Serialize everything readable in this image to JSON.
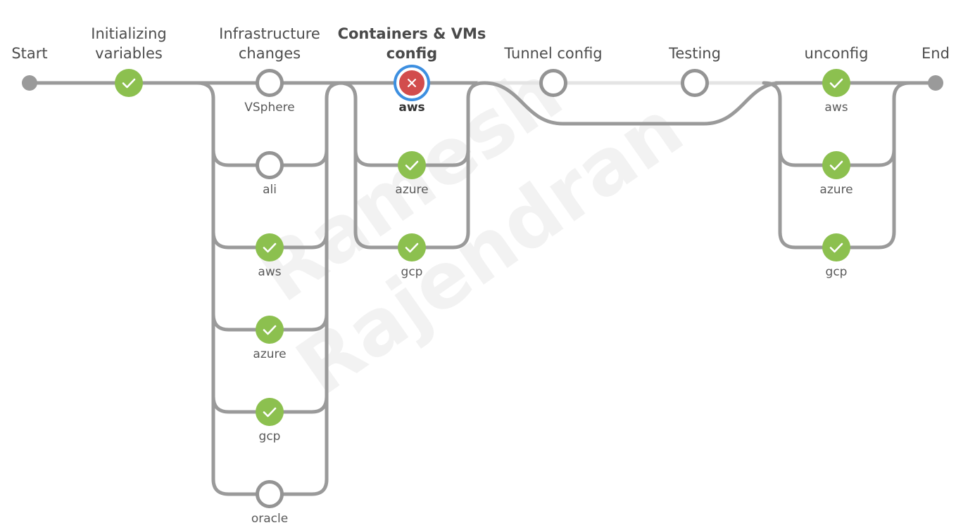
{
  "watermark": {
    "line1": "Ramesh",
    "line2": "Rajendran"
  },
  "start": {
    "label": "Start"
  },
  "end": {
    "label": "End"
  },
  "stages": [
    {
      "title_lines": [
        "Initializing",
        "variables"
      ],
      "nodes": [
        {
          "label": "",
          "status": "success"
        }
      ]
    },
    {
      "title_lines": [
        "Infrastructure",
        "changes"
      ],
      "nodes": [
        {
          "label": "VSphere",
          "status": "not-built"
        },
        {
          "label": "ali",
          "status": "not-built"
        },
        {
          "label": "aws",
          "status": "success"
        },
        {
          "label": "azure",
          "status": "success"
        },
        {
          "label": "gcp",
          "status": "success"
        },
        {
          "label": "oracle",
          "status": "not-built"
        }
      ]
    },
    {
      "title_lines": [
        "Containers & VMs",
        "config"
      ],
      "selected": true,
      "nodes": [
        {
          "label": "aws",
          "status": "failed"
        },
        {
          "label": "azure",
          "status": "success"
        },
        {
          "label": "gcp",
          "status": "success"
        }
      ]
    },
    {
      "title_lines": [
        "Tunnel config"
      ],
      "nodes": [
        {
          "label": "",
          "status": "not-built"
        }
      ]
    },
    {
      "title_lines": [
        "Testing"
      ],
      "nodes": [
        {
          "label": "",
          "status": "not-built"
        }
      ]
    },
    {
      "title_lines": [
        "unconfig"
      ],
      "nodes": [
        {
          "label": "aws",
          "status": "success"
        },
        {
          "label": "azure",
          "status": "success"
        },
        {
          "label": "gcp",
          "status": "success"
        }
      ]
    }
  ],
  "colors": {
    "success": "#8cc04f",
    "failed": "#d24c4c",
    "selected_ring": "#3d8fe0",
    "connector": "#9a9a9a",
    "pending_connector": "#e4e4e4"
  },
  "icons": {
    "success": "check-icon",
    "failed": "cross-icon"
  }
}
